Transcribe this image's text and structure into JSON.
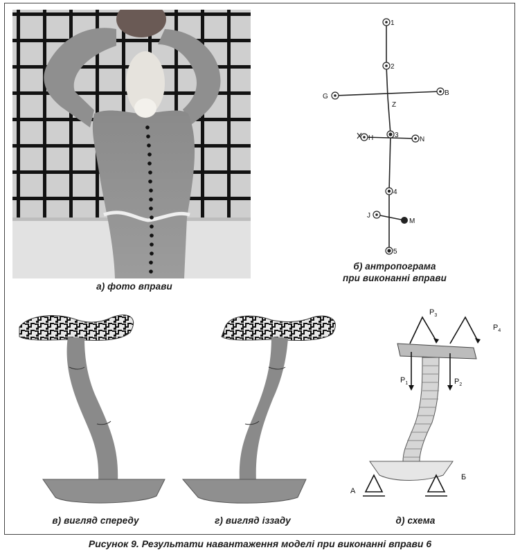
{
  "figure_caption": "Рисунок 9. Результати навантаження моделі при виконанні вправи 6",
  "panels": {
    "photo": {
      "caption": "а) фото вправи"
    },
    "anthropogram": {
      "caption_line1": "б) антропограма",
      "caption_line2": "при виконанні вправи",
      "labels": {
        "p1": "1",
        "p2": "2",
        "p3": "3",
        "p4": "4",
        "p5": "5",
        "G": "G",
        "B": "B",
        "Z": "Z",
        "H": "H",
        "N": "N",
        "J": "J",
        "M": "M"
      }
    },
    "front_view": {
      "caption": "в) вигляд спереду"
    },
    "back_view": {
      "caption": "г) вигляд іззаду"
    },
    "scheme": {
      "caption": "д) схема",
      "labels": {
        "P1": "P",
        "P1_sub": "1",
        "P2": "P",
        "P2_sub": "2",
        "P3": "P",
        "P3_sub": "3",
        "P4": "P",
        "P4_sub": "4",
        "A": "А",
        "B": "Б"
      }
    }
  }
}
